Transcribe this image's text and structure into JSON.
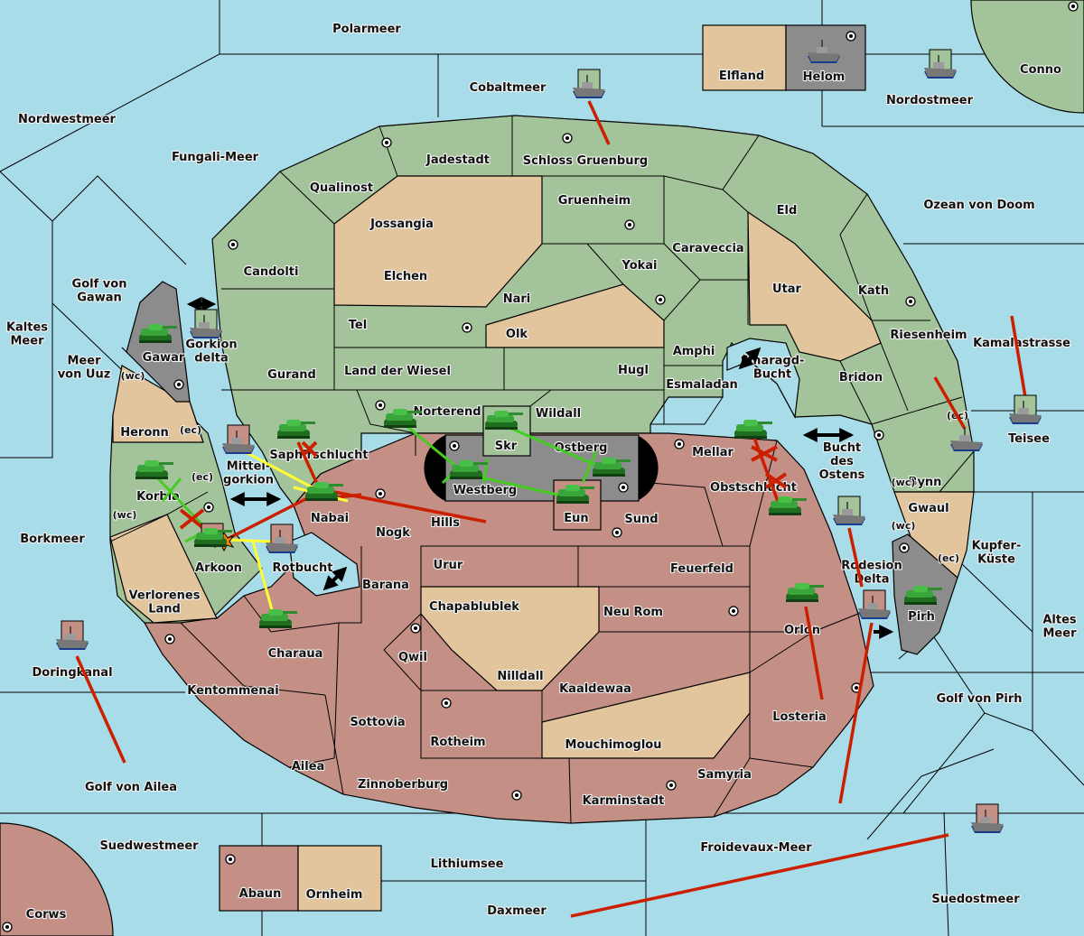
{
  "colors": {
    "sea": "#a8dce8",
    "green_power": "#a3c49a",
    "red_power": "#c48f85",
    "neutral": "#e2c59d",
    "impassable": "#8c8c8c",
    "order_move": "#cc1f00",
    "order_support_hold": "#ffff33",
    "order_support_move": "#44cc22",
    "convoy_arrow": "#000000"
  },
  "sea_regions": [
    {
      "id": "polarmeer",
      "label": "Polarmeer"
    },
    {
      "id": "nordwestmeer",
      "label": "Nordwestmeer"
    },
    {
      "id": "fungali-meer",
      "label": "Fungali-Meer"
    },
    {
      "id": "cobaltmeer",
      "label": "Cobaltmeer"
    },
    {
      "id": "nordostmeer",
      "label": "Nordostmeer"
    },
    {
      "id": "ozean-von-doom",
      "label": "Ozean von Doom"
    },
    {
      "id": "golf-von-gawan",
      "label": "Golf von Gawan"
    },
    {
      "id": "kaltes-meer",
      "label": "Kaltes Meer"
    },
    {
      "id": "meer-von-uuz",
      "label": "Meer von Uuz"
    },
    {
      "id": "gorkion-delta",
      "label": "Gorkion delta"
    },
    {
      "id": "mittel-gorkion",
      "label": "Mittel- gorkion"
    },
    {
      "id": "rotbucht",
      "label": "Rotbucht"
    },
    {
      "id": "borkmeer",
      "label": "Borkmeer"
    },
    {
      "id": "doringkanal",
      "label": "Doringkanal"
    },
    {
      "id": "golf-von-ailea",
      "label": "Golf von Ailea"
    },
    {
      "id": "suedwestmeer",
      "label": "Suedwestmeer"
    },
    {
      "id": "lithiumsee",
      "label": "Lithiumsee"
    },
    {
      "id": "daxmeer",
      "label": "Daxmeer"
    },
    {
      "id": "froidevaux-meer",
      "label": "Froidevaux-Meer"
    },
    {
      "id": "suedostmeer",
      "label": "Suedostmeer"
    },
    {
      "id": "golf-von-pirh",
      "label": "Golf von Pirh"
    },
    {
      "id": "altes-meer",
      "label": "Altes Meer"
    },
    {
      "id": "kupfer-kueste",
      "label": "Kupfer- Küste"
    },
    {
      "id": "kamalastrasse",
      "label": "Kamalastrasse"
    },
    {
      "id": "smaragd-bucht",
      "label": "Smaragd- Bucht"
    },
    {
      "id": "bucht-des-ostens",
      "label": "Bucht des Ostens"
    },
    {
      "id": "rodesion-delta",
      "label": "Rodesion Delta"
    }
  ],
  "land_regions": [
    {
      "id": "elfland",
      "label": "Elfland",
      "owner": "neutral"
    },
    {
      "id": "helom",
      "label": "Helom",
      "owner": "impassable",
      "supply_center": true
    },
    {
      "id": "conno",
      "label": "Conno",
      "owner": "green",
      "supply_center": true
    },
    {
      "id": "teisee",
      "label": "Teisee",
      "owner": "sea"
    },
    {
      "id": "jadestadt",
      "label": "Jadestadt",
      "owner": "green",
      "supply_center": true
    },
    {
      "id": "schloss-gruenburg",
      "label": "Schloss Gruenburg",
      "owner": "green",
      "supply_center": true
    },
    {
      "id": "qualinost",
      "label": "Qualinost",
      "owner": "green"
    },
    {
      "id": "gruenheim",
      "label": "Gruenheim",
      "owner": "green",
      "supply_center": true
    },
    {
      "id": "eld",
      "label": "Eld",
      "owner": "green"
    },
    {
      "id": "jossangia",
      "label": "Jossangia",
      "owner": "neutral"
    },
    {
      "id": "candolti",
      "label": "Candolti",
      "owner": "green",
      "supply_center": true
    },
    {
      "id": "caraveccia",
      "label": "Caraveccia",
      "owner": "green"
    },
    {
      "id": "elchen",
      "label": "Elchen",
      "owner": "neutral"
    },
    {
      "id": "yokai",
      "label": "Yokai",
      "owner": "green",
      "supply_center": true
    },
    {
      "id": "utar",
      "label": "Utar",
      "owner": "neutral"
    },
    {
      "id": "kath",
      "label": "Kath",
      "owner": "green",
      "supply_center": true
    },
    {
      "id": "nari",
      "label": "Nari",
      "owner": "green"
    },
    {
      "id": "tel",
      "label": "Tel",
      "owner": "green",
      "supply_center": true
    },
    {
      "id": "olk",
      "label": "Olk",
      "owner": "neutral"
    },
    {
      "id": "riesenheim",
      "label": "Riesenheim",
      "owner": "green"
    },
    {
      "id": "amphi",
      "label": "Amphi",
      "owner": "green"
    },
    {
      "id": "gurand",
      "label": "Gurand",
      "owner": "green"
    },
    {
      "id": "land-der-wiesel",
      "label": "Land der Wiesel",
      "owner": "green"
    },
    {
      "id": "hugl",
      "label": "Hugl",
      "owner": "green"
    },
    {
      "id": "bridon",
      "label": "Bridon",
      "owner": "green",
      "supply_center": true
    },
    {
      "id": "esmaladan",
      "label": "Esmaladan",
      "owner": "green"
    },
    {
      "id": "gawar",
      "label": "Gawar",
      "owner": "impassable",
      "supply_center": true
    },
    {
      "id": "norterend",
      "label": "Norterend",
      "owner": "green",
      "supply_center": true
    },
    {
      "id": "wildall",
      "label": "Wildall",
      "owner": "green"
    },
    {
      "id": "heronn",
      "label": "Heronn",
      "owner": "neutral"
    },
    {
      "id": "skr",
      "label": "Skr",
      "owner": "green"
    },
    {
      "id": "ostberg",
      "label": "Ostberg",
      "owner": "impassable"
    },
    {
      "id": "mellar",
      "label": "Mellar",
      "owner": "green",
      "supply_center": true
    },
    {
      "id": "saphirschlucht",
      "label": "Saphirschlucht",
      "owner": "green"
    },
    {
      "id": "korbia",
      "label": "Korbia",
      "owner": "green"
    },
    {
      "id": "westberg",
      "label": "Westberg",
      "owner": "impassable",
      "supply_center": true
    },
    {
      "id": "obstschlucht",
      "label": "Obstschlucht",
      "owner": "red"
    },
    {
      "id": "bynn",
      "label": "Bynn",
      "owner": "green"
    },
    {
      "id": "nabai",
      "label": "Nabai",
      "owner": "red",
      "supply_center": true
    },
    {
      "id": "hills",
      "label": "Hills",
      "owner": "red"
    },
    {
      "id": "eun",
      "label": "Eun",
      "owner": "red"
    },
    {
      "id": "sund",
      "label": "Sund",
      "owner": "red",
      "supply_center": true
    },
    {
      "id": "gwaul",
      "label": "Gwaul",
      "owner": "neutral"
    },
    {
      "id": "nogk",
      "label": "Nogk",
      "owner": "red"
    },
    {
      "id": "arkoon",
      "label": "Arkoon",
      "owner": "green",
      "supply_center": true
    },
    {
      "id": "urur",
      "label": "Urur",
      "owner": "red"
    },
    {
      "id": "feuerfeld",
      "label": "Feuerfeld",
      "owner": "red"
    },
    {
      "id": "barana",
      "label": "Barana",
      "owner": "red"
    },
    {
      "id": "verlorenes-land",
      "label": "Verlorenes Land",
      "owner": "neutral"
    },
    {
      "id": "chapablublek",
      "label": "Chapablublek",
      "owner": "neutral"
    },
    {
      "id": "neu-rom",
      "label": "Neu Rom",
      "owner": "red",
      "supply_center": true
    },
    {
      "id": "pirh",
      "label": "Pirh",
      "owner": "impassable",
      "supply_center": true
    },
    {
      "id": "orlon",
      "label": "Orlon",
      "owner": "red"
    },
    {
      "id": "charaua",
      "label": "Charaua",
      "owner": "red"
    },
    {
      "id": "qwil",
      "label": "Qwil",
      "owner": "red",
      "supply_center": true
    },
    {
      "id": "nilldall",
      "label": "Nilldall",
      "owner": "neutral"
    },
    {
      "id": "kentommenai",
      "label": "Kentommenai",
      "owner": "red",
      "supply_center": true
    },
    {
      "id": "kaaldewaa",
      "label": "Kaaldewaa",
      "owner": "red"
    },
    {
      "id": "losteria",
      "label": "Losteria",
      "owner": "red",
      "supply_center": true
    },
    {
      "id": "sottovia",
      "label": "Sottovia",
      "owner": "red"
    },
    {
      "id": "rotheim",
      "label": "Rotheim",
      "owner": "red",
      "supply_center": true
    },
    {
      "id": "mouchimoglou",
      "label": "Mouchimoglou",
      "owner": "neutral"
    },
    {
      "id": "ailea",
      "label": "Ailea",
      "owner": "red"
    },
    {
      "id": "samyria",
      "label": "Samyria",
      "owner": "red"
    },
    {
      "id": "zinnoberburg",
      "label": "Zinnoberburg",
      "owner": "red",
      "supply_center": true
    },
    {
      "id": "karminstadt",
      "label": "Karminstadt",
      "owner": "red",
      "supply_center": true
    },
    {
      "id": "abaun",
      "label": "Abaun",
      "owner": "red",
      "supply_center": true
    },
    {
      "id": "ornheim",
      "label": "Ornheim",
      "owner": "neutral"
    },
    {
      "id": "corws",
      "label": "Corws",
      "owner": "red",
      "supply_center": true
    }
  ],
  "coast_labels": [
    "(wc)",
    "(ec)",
    "(ec)",
    "(wc)",
    "(ec)",
    "(wc)",
    "(wc)",
    "(ec)"
  ],
  "units": [
    {
      "type": "fleet",
      "owner": "green",
      "location": "Cobaltmeer"
    },
    {
      "type": "fleet",
      "owner": "impassable",
      "location": "Helom"
    },
    {
      "type": "fleet",
      "owner": "green",
      "location": "Nordostmeer"
    },
    {
      "type": "army",
      "owner": "green",
      "location": "Gawar"
    },
    {
      "type": "fleet",
      "owner": "green",
      "location": "Gorkion delta"
    },
    {
      "type": "fleet",
      "owner": "red",
      "location": "Mittelgorkion"
    },
    {
      "type": "army",
      "owner": "green",
      "location": "Saphirschlucht"
    },
    {
      "type": "army",
      "owner": "green",
      "location": "Nabai",
      "dislodged": true
    },
    {
      "type": "army",
      "owner": "green",
      "location": "Korbia"
    },
    {
      "type": "army",
      "owner": "green",
      "location": "Arkoon",
      "home": "red"
    },
    {
      "type": "fleet",
      "owner": "red",
      "location": "Rotbucht"
    },
    {
      "type": "army",
      "owner": "green",
      "location": "Charaua"
    },
    {
      "type": "army",
      "owner": "green",
      "location": "Norterend"
    },
    {
      "type": "army",
      "owner": "green",
      "location": "Skr"
    },
    {
      "type": "army",
      "owner": "green",
      "location": "Westberg"
    },
    {
      "type": "army",
      "owner": "green",
      "location": "Eun"
    },
    {
      "type": "army",
      "owner": "green",
      "location": "Ostberg"
    },
    {
      "type": "army",
      "owner": "green",
      "location": "Mellar"
    },
    {
      "type": "army",
      "owner": "green",
      "location": "Obstschlucht"
    },
    {
      "type": "fleet",
      "owner": "green",
      "location": "Bucht des Ostens"
    },
    {
      "type": "fleet",
      "owner": "green",
      "location": "Bynn (ec)"
    },
    {
      "type": "fleet",
      "owner": "green",
      "location": "Teisee"
    },
    {
      "type": "army",
      "owner": "green",
      "location": "Orlon"
    },
    {
      "type": "fleet",
      "owner": "red",
      "location": "Rodesion Delta"
    },
    {
      "type": "army",
      "owner": "green",
      "location": "Pirh"
    },
    {
      "type": "fleet",
      "owner": "red",
      "location": "Doringkanal"
    },
    {
      "type": "fleet",
      "owner": "red",
      "location": "Suedostmeer"
    }
  ],
  "legend_note": ""
}
